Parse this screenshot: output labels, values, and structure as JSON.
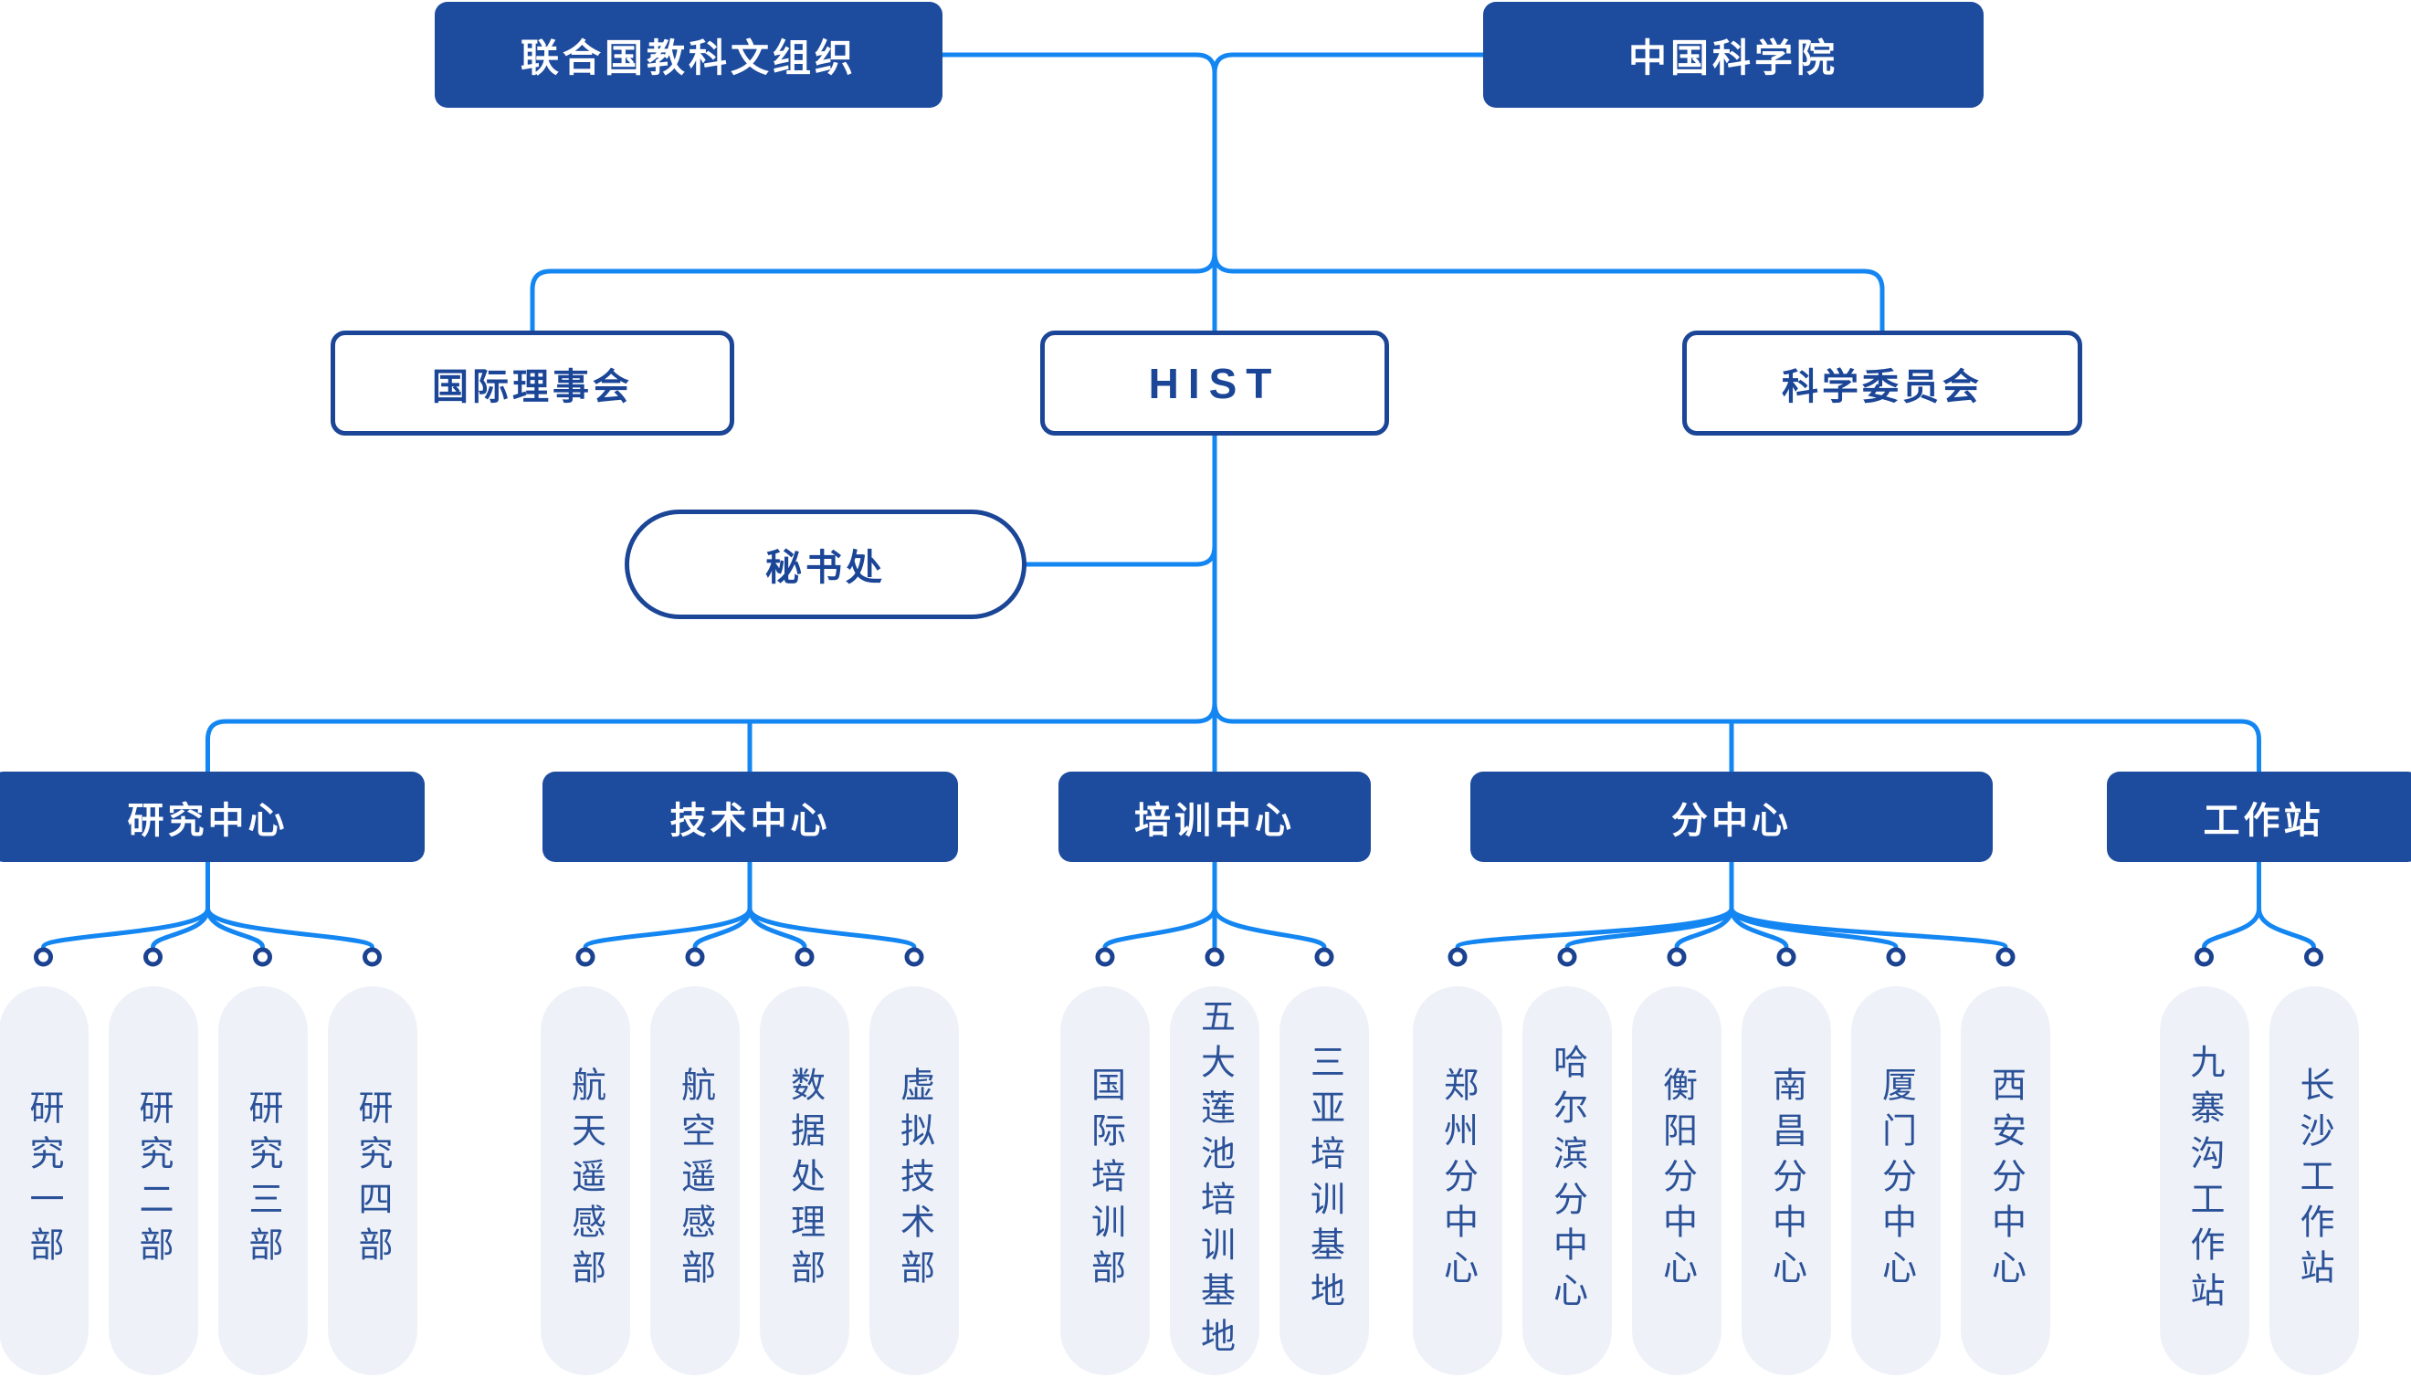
{
  "top_row": {
    "unesco": "联合国教科文组织",
    "cas": "中国科学院"
  },
  "governance_row": {
    "board": "国际理事会",
    "hist": "HIST",
    "science": "科学委员会"
  },
  "secretariat": "秘书处",
  "groups": [
    {
      "id": "research",
      "label": "研究中心",
      "children": [
        "研究一部",
        "研究二部",
        "研究三部",
        "研究四部"
      ]
    },
    {
      "id": "technology",
      "label": "技术中心",
      "children": [
        "航天遥感部",
        "航空遥感部",
        "数据处理部",
        "虚拟技术部"
      ]
    },
    {
      "id": "training",
      "label": "培训中心",
      "children": [
        "国际培训部",
        "五大莲池培训基地",
        "三亚培训基地"
      ]
    },
    {
      "id": "branch",
      "label": "分中心",
      "children": [
        "郑州分中心",
        "哈尔滨分中心",
        "衡阳分中心",
        "南昌分中心",
        "厦门分中心",
        "西安分中心"
      ]
    },
    {
      "id": "workstation",
      "label": "工作站",
      "children": [
        "九寨沟工作站",
        "长沙工作站"
      ]
    }
  ],
  "colors": {
    "solid_box": "#1d4b9e",
    "outline_border": "#1b4596",
    "connector_blue": "#1486f2",
    "circle_ring": "#1a4290",
    "capsule_bg": "#eef2f8",
    "capsule_text": "#2b5198"
  }
}
